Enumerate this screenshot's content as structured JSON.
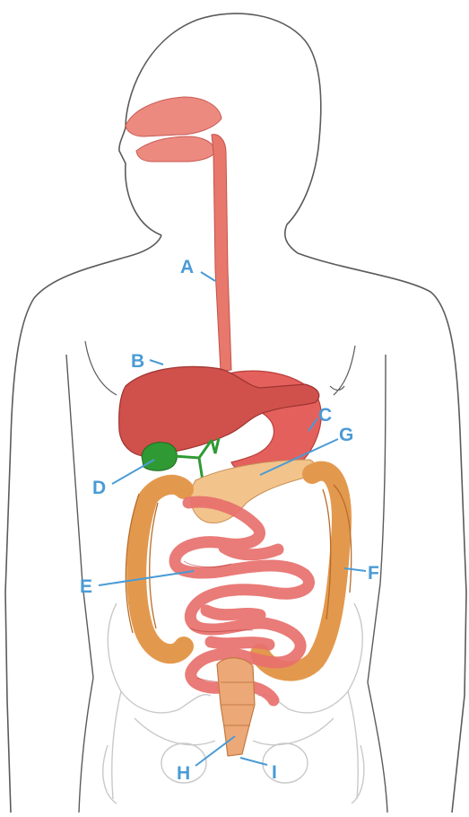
{
  "colors": {
    "outline": "#5b5b5b",
    "skeleton": "#c9c9c9",
    "label": "#4a9bd6",
    "esophagus": "#e8776c",
    "liver": "#cf4c4a",
    "stomach": "#e4605c",
    "gallbladder": "#2f9a33",
    "pancreas": "#f2c48b",
    "large_intestine": "#e3994d",
    "small_intestine": "#e8706d",
    "rectum": "#eda878"
  },
  "labels": {
    "a": "A",
    "b": "B",
    "c": "C",
    "d": "D",
    "e": "E",
    "f": "F",
    "g": "G",
    "h": "H",
    "i": "I"
  }
}
